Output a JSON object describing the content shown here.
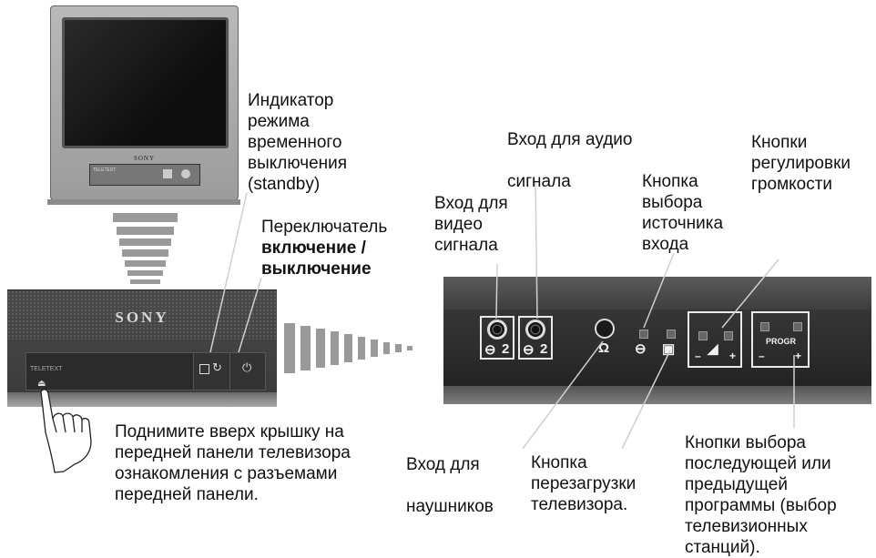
{
  "tv": {
    "brand": "SONY",
    "teletext": "TELETEXT"
  },
  "panel": {
    "brand": "SONY",
    "teletext": "TELETEXT",
    "input_mark": "2",
    "progr": "PROGR",
    "minus": "–",
    "plus": "+"
  },
  "labels": {
    "standby": "Индикатор\nрежима\nвременного\nвыключения\n(standby)",
    "switch_1": "Переключатель",
    "switch_2": "включение /\nвыключение",
    "audio": "Вход для аудио\n\nсигнала",
    "video": "Вход для\nвидео\nсигнала",
    "source": "Кнопка\nвыбора\nисточника\nвхода",
    "volume": "Кнопки\nрегулировки\nгромкости",
    "lift": "Поднимите вверх крышку на\nпередней панели телевизора\nознакомления с разъемами\nпередней панели.",
    "headphones": "Вход для\n\nнаушников",
    "reset": "Кнопка\nперезагрузки\nтелевизора.",
    "program": "Кнопки выбора\nпоследующей или\nпредыдущей\nпрограммы (выбор\nтелевизионных\nстанций)."
  }
}
